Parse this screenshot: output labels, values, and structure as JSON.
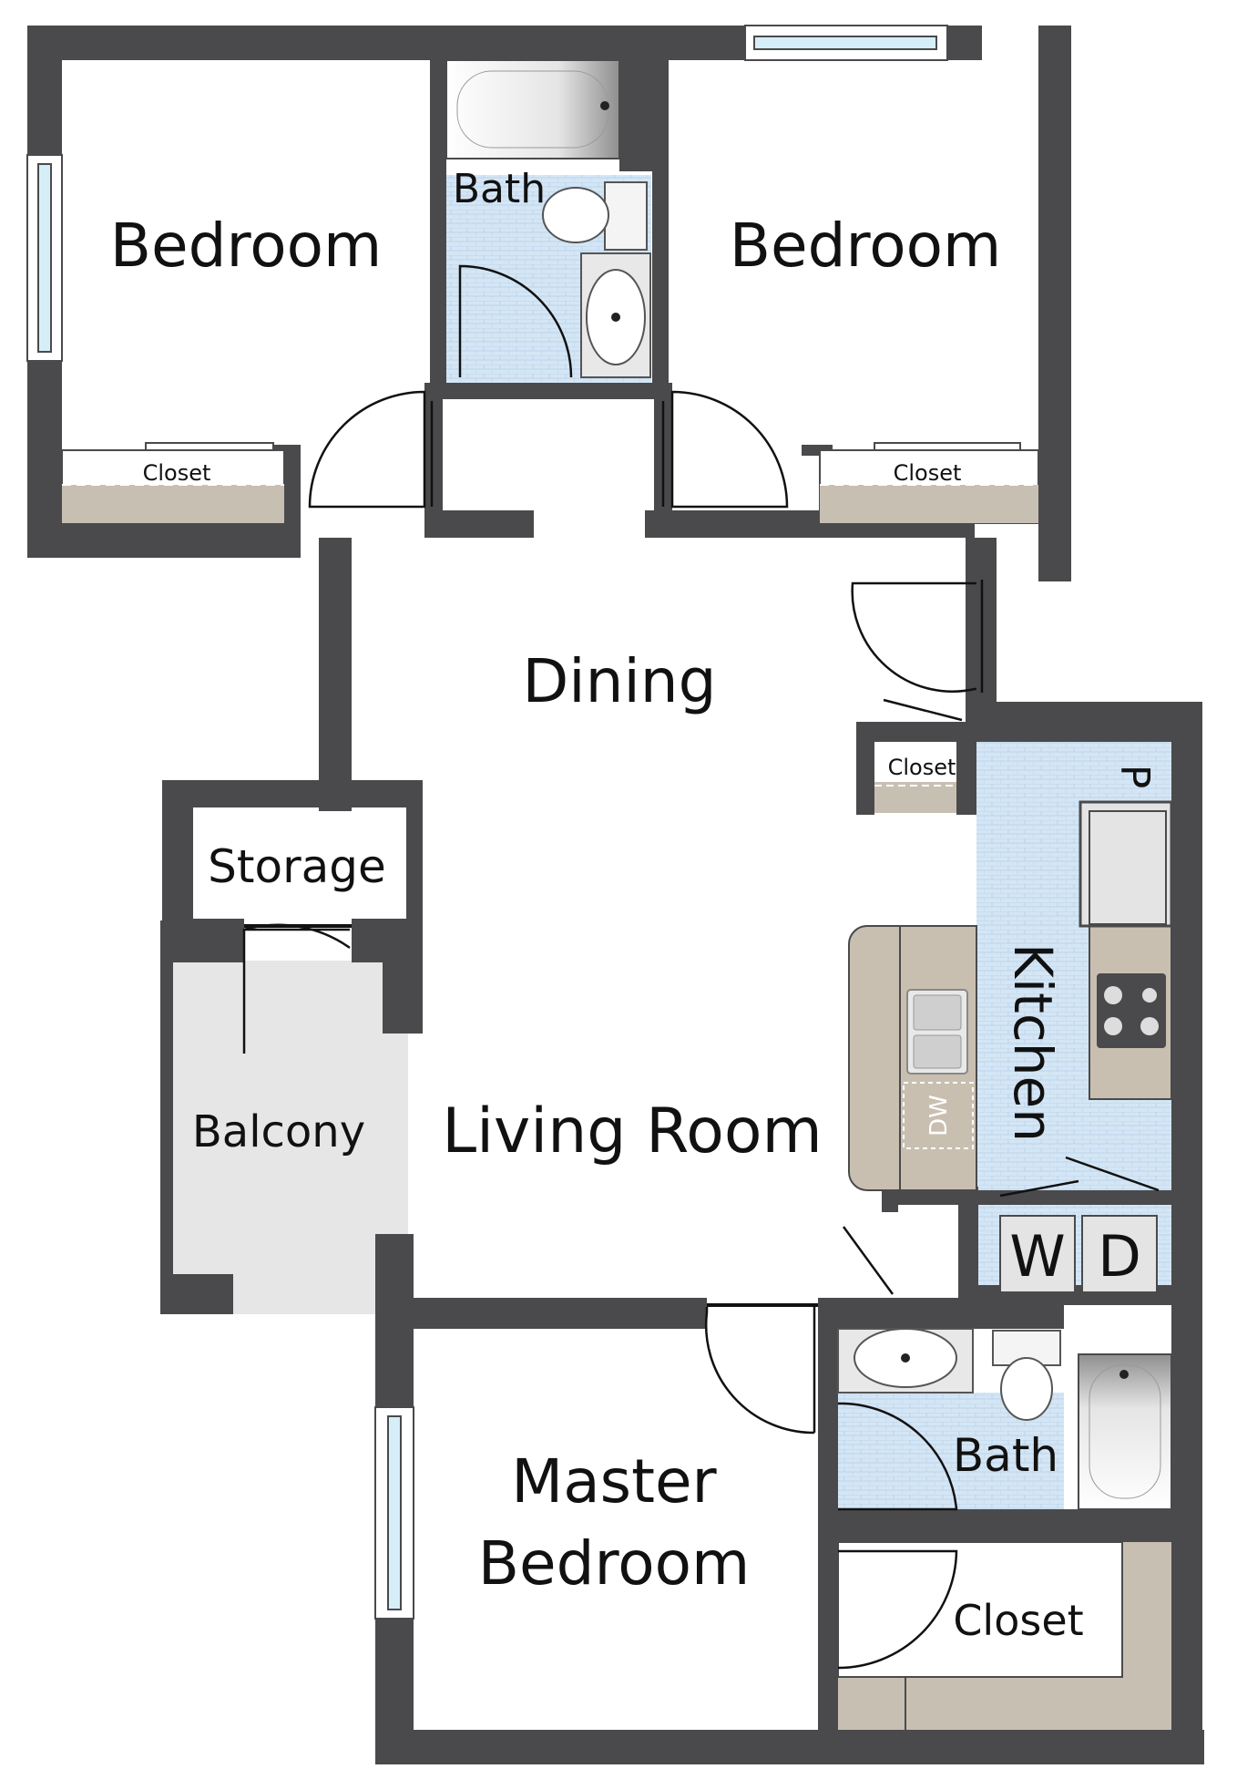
{
  "rooms": {
    "bedroom_left": "Bedroom",
    "bath_top": "Bath",
    "bedroom_right": "Bedroom",
    "closet_left": "Closet",
    "closet_right": "Closet",
    "dining": "Dining",
    "closet_dining": "Closet",
    "storage": "Storage",
    "balcony": "Balcony",
    "living_room": "Living Room",
    "kitchen": "Kitchen",
    "pantry": "P",
    "dishwasher": "DW",
    "washer": "W",
    "dryer": "D",
    "master_line1": "Master",
    "master_line2": "Bedroom",
    "bath_master": "Bath",
    "closet_master": "Closet"
  },
  "colors": {
    "wall": "#4a4a4c",
    "tile": "#d4e6f5",
    "closet_shelf": "#c7bfb2",
    "counter": "#c9bfb1",
    "balcony": "#e6e6e6",
    "window": "#d6eef7"
  }
}
